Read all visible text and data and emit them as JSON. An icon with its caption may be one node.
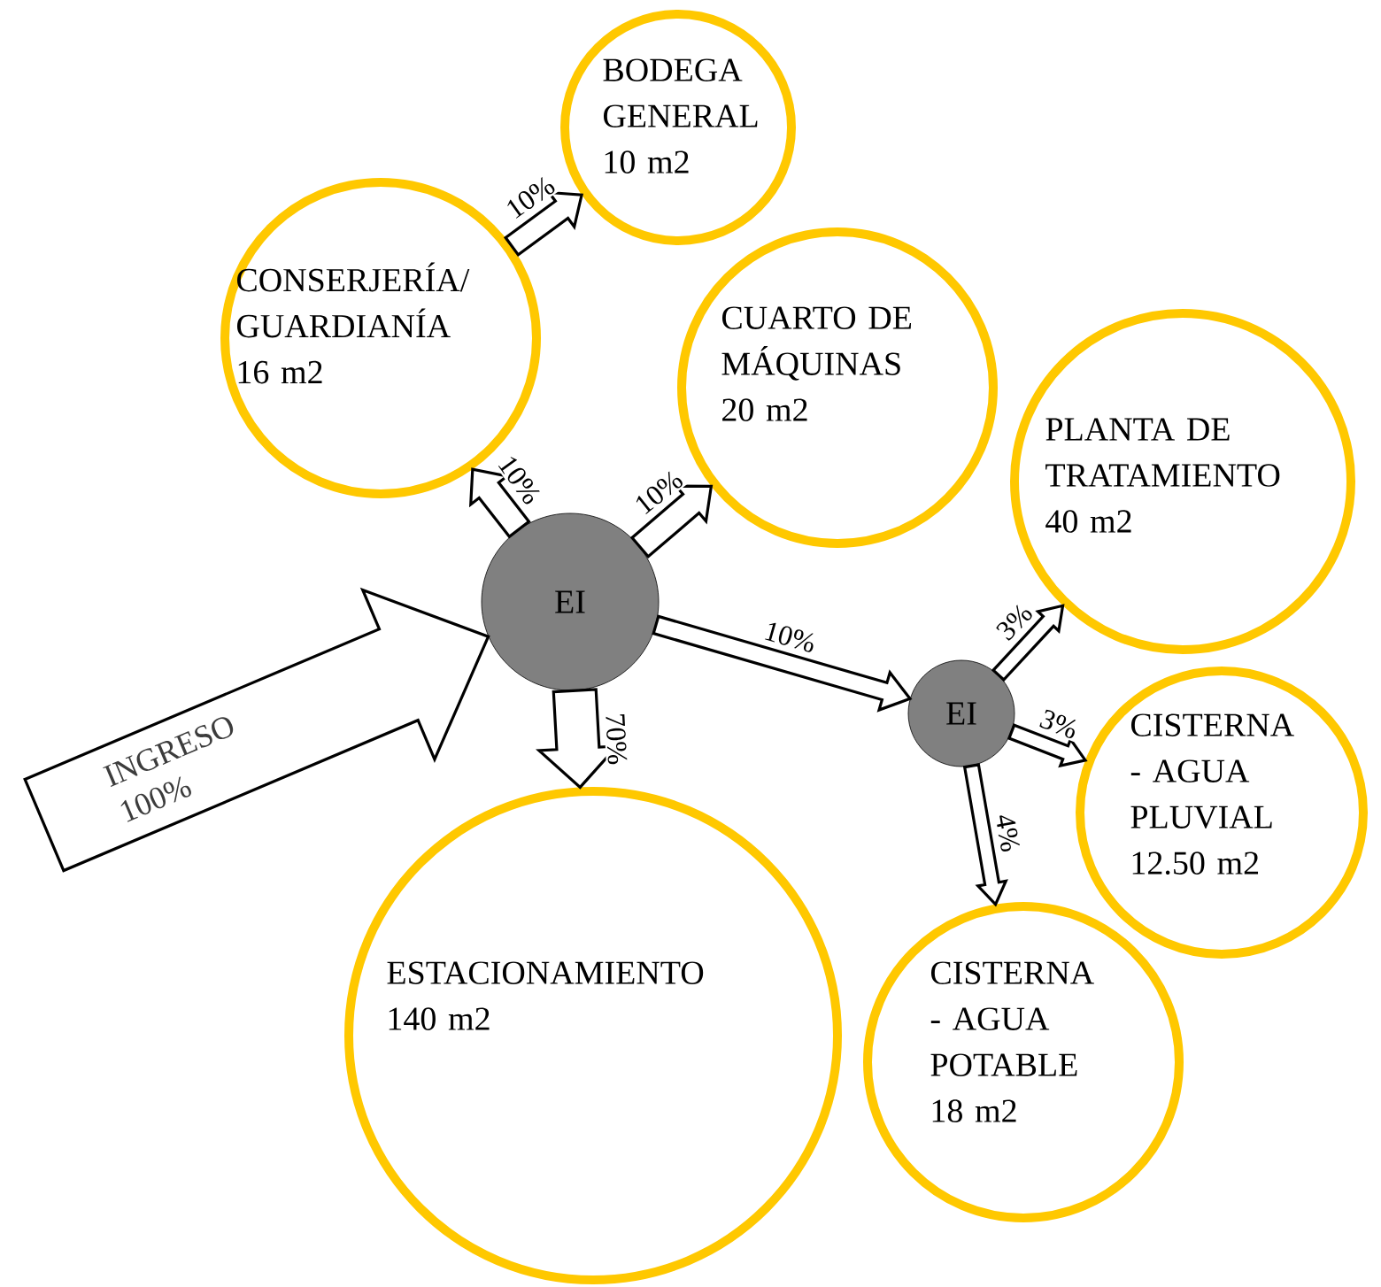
{
  "diagram": {
    "nodes": [
      {
        "text": [
          "BODEGA GENERAL",
          "10 m2"
        ]
      },
      {
        "text": [
          "CONSERJERÍA/ GUARDIANÍA",
          "16 m2"
        ]
      },
      {
        "text": [
          "CUARTO DE MÁQUINAS",
          "20 m2"
        ]
      },
      {
        "text": [
          "PLANTA DE TRATAMIENTO",
          "40 m2"
        ]
      },
      {
        "text": [
          "EI"
        ]
      },
      {
        "text": [
          "EI"
        ]
      },
      {
        "text": [
          "CISTERNA - AGUA PLUVIAL",
          "12.50 m2"
        ]
      },
      {
        "text": [
          "ESTACIONAMIENTO",
          "140 m2"
        ]
      },
      {
        "text": [
          "CISTERNA - AGUA POTABLE",
          "18 m2"
        ]
      }
    ],
    "edges": [
      {
        "from": null,
        "to": 4,
        "arrow": "to",
        "label": "INGRESO 100%"
      },
      {
        "from": 4,
        "to": 1,
        "arrow": "to",
        "label": "10%"
      },
      {
        "from": 4,
        "to": 2,
        "arrow": "to",
        "label": "10%"
      },
      {
        "from": 4,
        "to": 7,
        "arrow": "to",
        "label": "70%"
      },
      {
        "from": 4,
        "to": 5,
        "arrow": "to",
        "label": "10%"
      },
      {
        "from": 1,
        "to": 0,
        "arrow": "to",
        "label": "10%"
      },
      {
        "from": 5,
        "to": 3,
        "arrow": "to",
        "label": "3%"
      },
      {
        "from": 5,
        "to": 6,
        "arrow": "to",
        "label": "3%"
      },
      {
        "from": 5,
        "to": 8,
        "arrow": "to",
        "label": "4%"
      }
    ]
  }
}
